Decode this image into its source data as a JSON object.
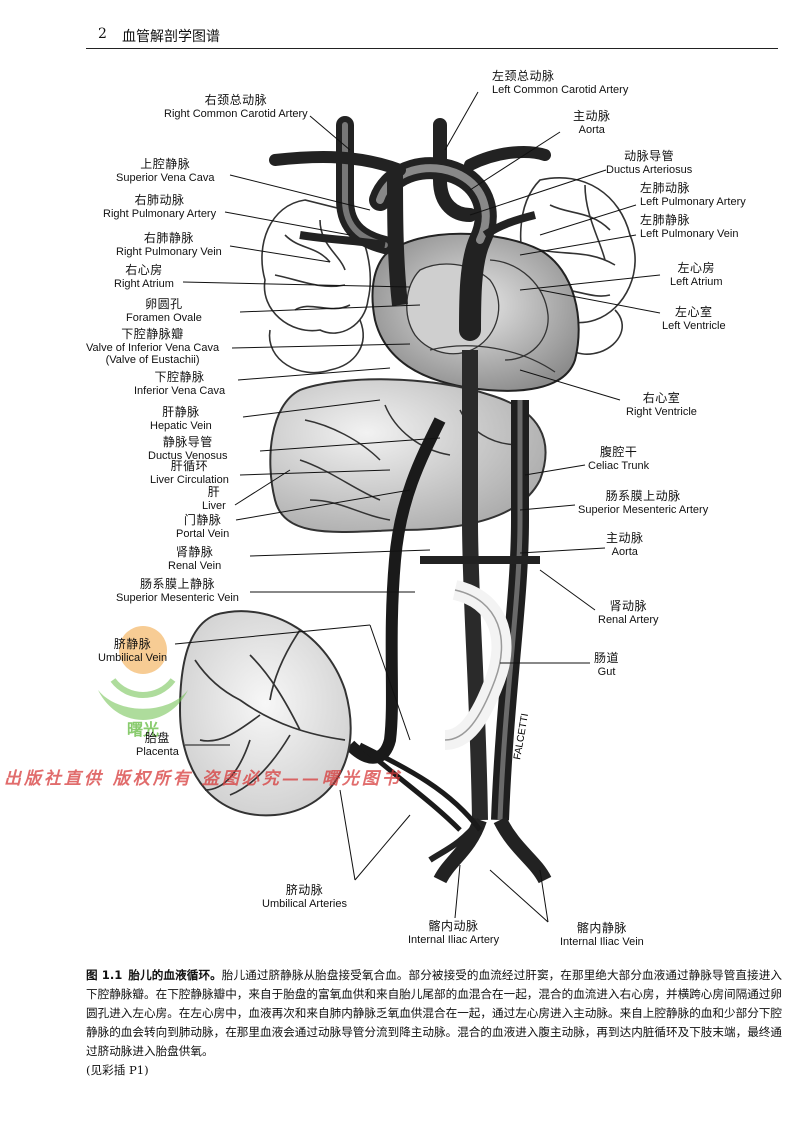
{
  "header": {
    "page_number": "2",
    "book_title": "血管解剖学图谱"
  },
  "labels": {
    "lcca": {
      "zh": "左颈总动脉",
      "en": "Left Common Carotid Artery"
    },
    "rcca": {
      "zh": "右颈总动脉",
      "en": "Right Common Carotid Artery"
    },
    "aorta_top": {
      "zh": "主动脉",
      "en": "Aorta"
    },
    "svc": {
      "zh": "上腔静脉",
      "en": "Superior Vena Cava"
    },
    "da": {
      "zh": "动脉导管",
      "en": "Ductus Arteriosus"
    },
    "rpa": {
      "zh": "右肺动脉",
      "en": "Right Pulmonary Artery"
    },
    "lpa": {
      "zh": "左肺动脉",
      "en": "Left Pulmonary Artery"
    },
    "lpv": {
      "zh": "左肺静脉",
      "en": "Left Pulmonary Vein"
    },
    "rpv": {
      "zh": "右肺静脉",
      "en": "Right Pulmonary Vein"
    },
    "ra": {
      "zh": "右心房",
      "en": "Right Atrium"
    },
    "la": {
      "zh": "左心房",
      "en": "Left Atrium"
    },
    "fo": {
      "zh": "卵圆孔",
      "en": "Foramen Ovale"
    },
    "lv": {
      "zh": "左心室",
      "en": "Left Ventricle"
    },
    "vivc": {
      "zh": "下腔静脉瓣",
      "en": "Valve of Inferior Vena Cava",
      "en2": "(Valve of Eustachii)"
    },
    "ivc": {
      "zh": "下腔静脉",
      "en": "Inferior Vena Cava"
    },
    "rv": {
      "zh": "右心室",
      "en": "Right Ventricle"
    },
    "hv": {
      "zh": "肝静脉",
      "en": "Hepatic Vein"
    },
    "dv": {
      "zh": "静脉导管",
      "en": "Ductus Venosus"
    },
    "ct": {
      "zh": "腹腔干",
      "en": "Celiac Trunk"
    },
    "lc": {
      "zh": "肝循环",
      "en": "Liver Circulation"
    },
    "liver": {
      "zh": "肝",
      "en": "Liver"
    },
    "sma": {
      "zh": "肠系膜上动脉",
      "en": "Superior Mesenteric Artery"
    },
    "pv": {
      "zh": "门静脉",
      "en": "Portal Vein"
    },
    "aorta_mid": {
      "zh": "主动脉",
      "en": "Aorta"
    },
    "renv": {
      "zh": "肾静脉",
      "en": "Renal Vein"
    },
    "smv": {
      "zh": "肠系膜上静脉",
      "en": "Superior Mesenteric Vein"
    },
    "rena": {
      "zh": "肾动脉",
      "en": "Renal Artery"
    },
    "uv": {
      "zh": "脐静脉",
      "en": "Umbilical Vein"
    },
    "gut": {
      "zh": "肠道",
      "en": "Gut"
    },
    "placenta": {
      "zh": "胎盘",
      "en": "Placenta"
    },
    "ua": {
      "zh": "脐动脉",
      "en": "Umbilical Arteries"
    },
    "iia": {
      "zh": "髂内动脉",
      "en": "Internal Iliac Artery"
    },
    "iiv": {
      "zh": "髂内静脉",
      "en": "Internal Iliac Vein"
    }
  },
  "signature": "FALCETTI",
  "watermark": {
    "text": "出版社直供 版权所有 盗图必究——曙光图书",
    "logo_text": "曙光",
    "color_red": "#d73b3b",
    "color_green": "#6cbf4a",
    "color_orange": "#f1a23c"
  },
  "caption": {
    "figure_id": "图 1.1",
    "title": "胎儿的血液循环。",
    "body": "胎儿通过脐静脉从胎盘接受氧合血。部分被接受的血流经过肝窦，在那里绝大部分血液通过静脉导管直接进入下腔静脉瓣。在下腔静脉瓣中，来自于胎盘的富氧血供和来自胎儿尾部的血混合在一起，混合的血流进入右心房，并横跨心房间隔通过卵圆孔进入左心房。在左心房中，血液再次和来自肺内静脉乏氧血供混合在一起，通过左心房进入主动脉。来自上腔静脉的血和少部分下腔静脉的血会转向到肺动脉，在那里血液会通过动脉导管分流到降主动脉。混合的血液进入腹主动脉，再到达内脏循环及下肢末端，最终通过脐动脉进入胎盘供氧。",
    "note": "(见彩插 P1)"
  }
}
